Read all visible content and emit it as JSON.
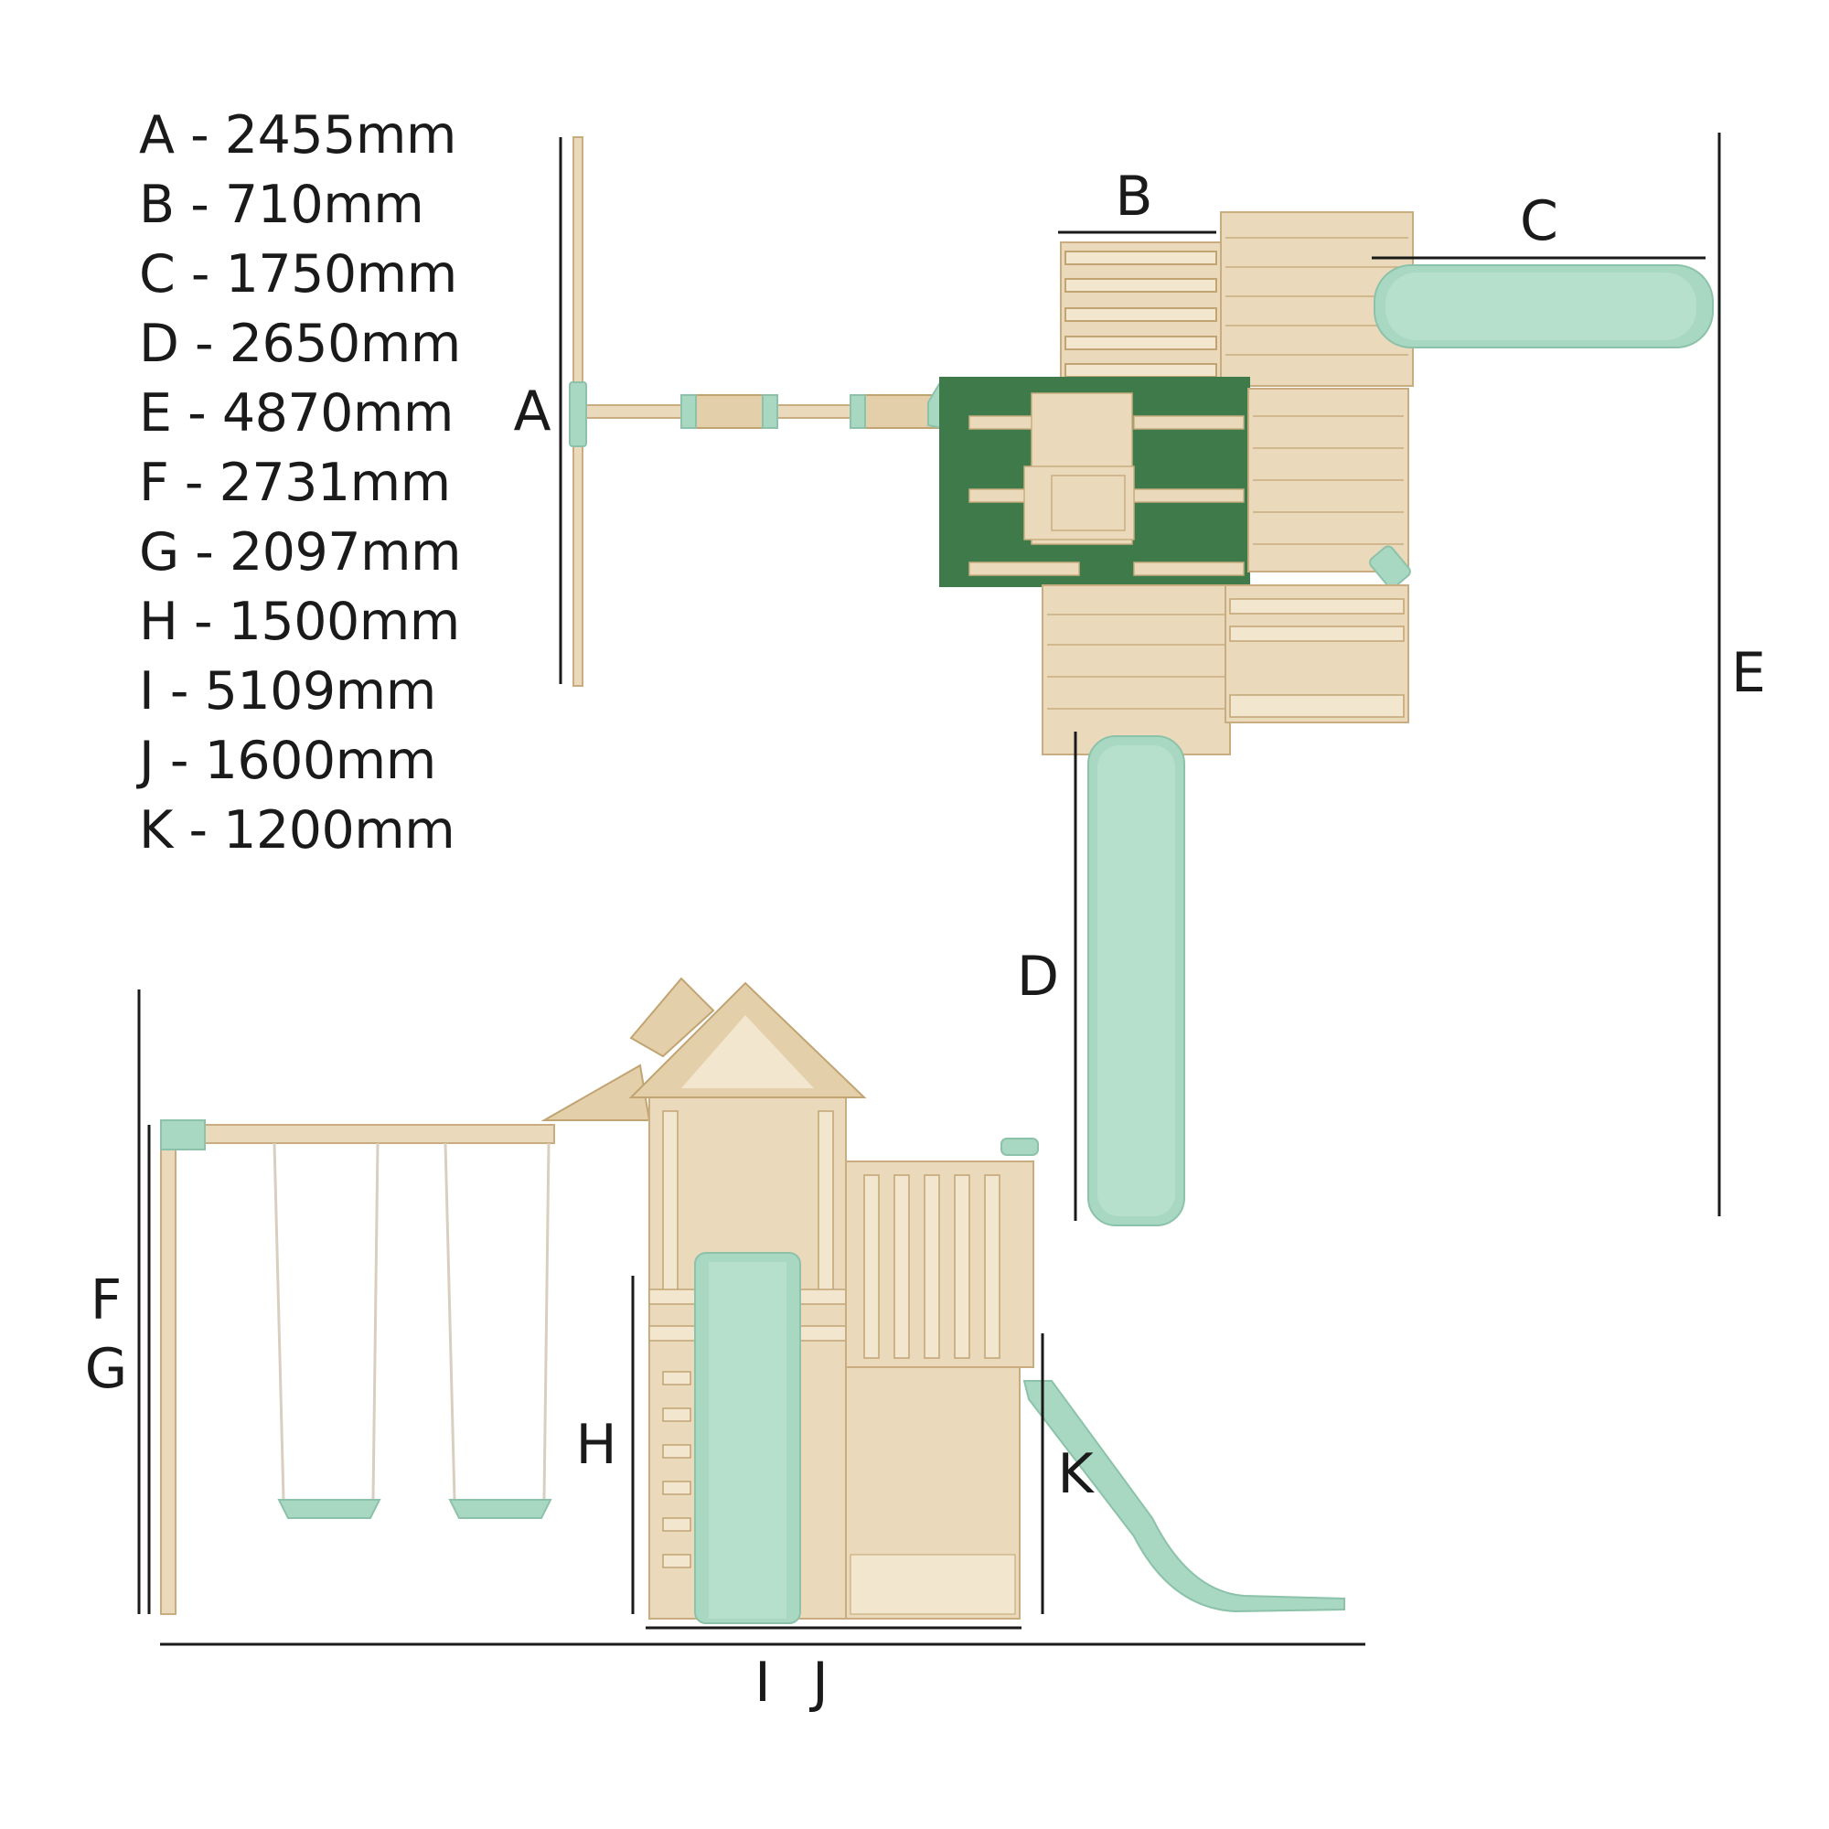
{
  "legend": [
    {
      "letter": "A",
      "text": "A - 2455mm"
    },
    {
      "letter": "B",
      "text": "B - 710mm"
    },
    {
      "letter": "C",
      "text": "C - 1750mm"
    },
    {
      "letter": "D",
      "text": "D - 2650mm"
    },
    {
      "letter": "E",
      "text": "E - 4870mm"
    },
    {
      "letter": "F",
      "text": "F - 2731mm"
    },
    {
      "letter": "G",
      "text": "G - 2097mm"
    },
    {
      "letter": "H",
      "text": "H - 1500mm"
    },
    {
      "letter": "I",
      "text": "I - 5109mm"
    },
    {
      "letter": "J",
      "text": "J - 1600mm"
    },
    {
      "letter": "K",
      "text": "K - 1200mm"
    }
  ],
  "labels": {
    "a": "A",
    "b": "B",
    "c": "C",
    "d": "D",
    "e": "E",
    "f": "F",
    "g": "G",
    "h": "H",
    "i": "I",
    "j": "J",
    "k": "K"
  },
  "colors": {
    "wood": "#ead9bb",
    "mint": "#a9d8c2",
    "roof_green": "#3f7a4a",
    "line": "#1a1a1a"
  }
}
